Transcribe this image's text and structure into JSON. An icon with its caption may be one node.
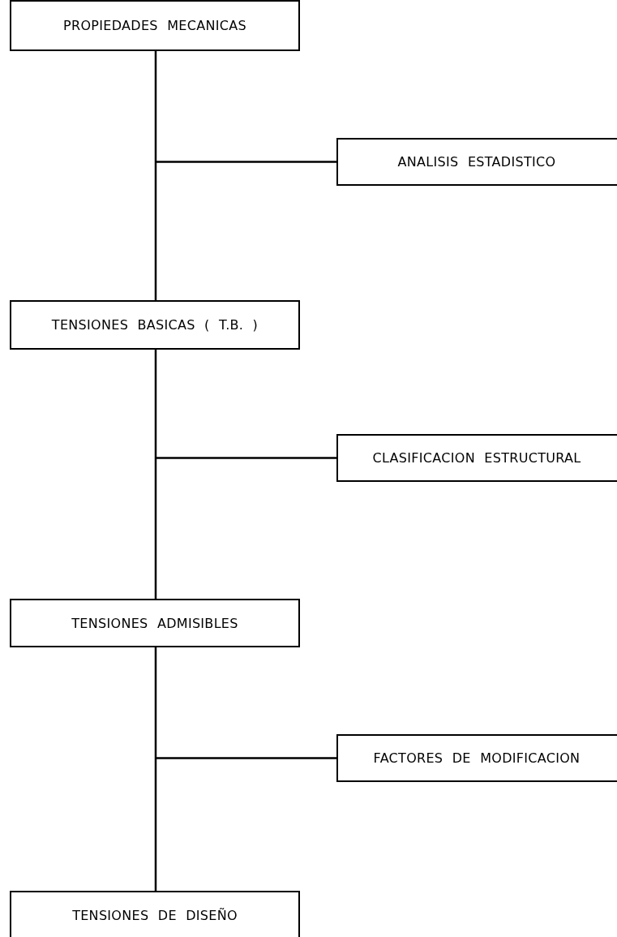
{
  "diagram": {
    "nodes": [
      {
        "text": [
          "PROPIEDADES MECANICAS"
        ]
      },
      {
        "text": [
          "ANALISIS ESTADISTICO"
        ]
      },
      {
        "text": [
          "TENSIONES BASICAS ( T.B. )"
        ]
      },
      {
        "text": [
          "CLASIFICACION ESTRUCTURAL"
        ]
      },
      {
        "text": [
          "TENSIONES ADMISIBLES"
        ]
      },
      {
        "text": [
          "FACTORES DE MODIFICACION"
        ]
      },
      {
        "text": [
          "TENSIONES DE DISEÑO"
        ]
      }
    ],
    "edges": [
      {
        "from": 0,
        "to": 2,
        "arrow": "none"
      },
      {
        "from": null,
        "to": 1,
        "arrow": "none"
      },
      {
        "from": 2,
        "to": 4,
        "arrow": "none"
      },
      {
        "from": null,
        "to": 3,
        "arrow": "none"
      },
      {
        "from": 4,
        "to": 6,
        "arrow": "none"
      },
      {
        "from": null,
        "to": 5,
        "arrow": "none"
      }
    ]
  }
}
